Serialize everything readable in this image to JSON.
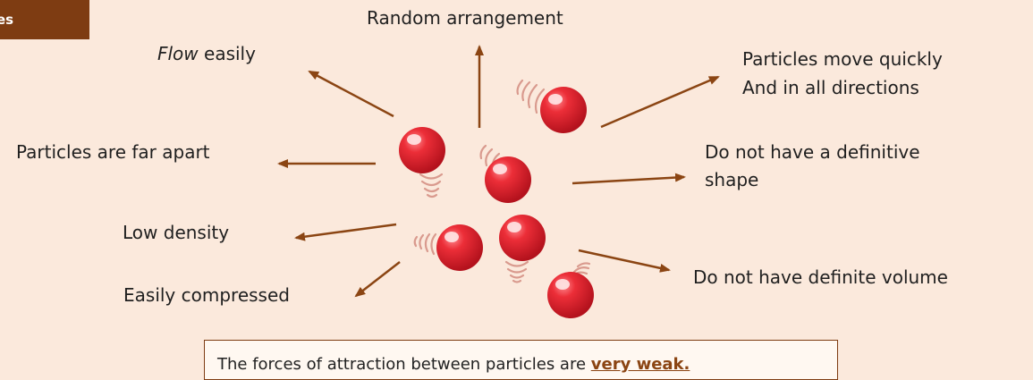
{
  "header_tag": "es",
  "labels": {
    "random": "Random arrangement",
    "flow_em": "Flow",
    "flow_rest": " easily",
    "move1": "Particles move quickly",
    "move2": "And in all directions",
    "far": "Particles are far apart",
    "shape1": "Do not have a definitive",
    "shape2": "shape",
    "density": "Low density",
    "volume": "Do not have definite volume",
    "compressed": "Easily compressed"
  },
  "note": {
    "text": "The forces of attraction between particles are ",
    "emphasis": "very weak."
  },
  "colors": {
    "background": "#fbe9dc",
    "arrow": "#8b4513",
    "particle": "#e0242e",
    "tag": "#7e3c12"
  }
}
